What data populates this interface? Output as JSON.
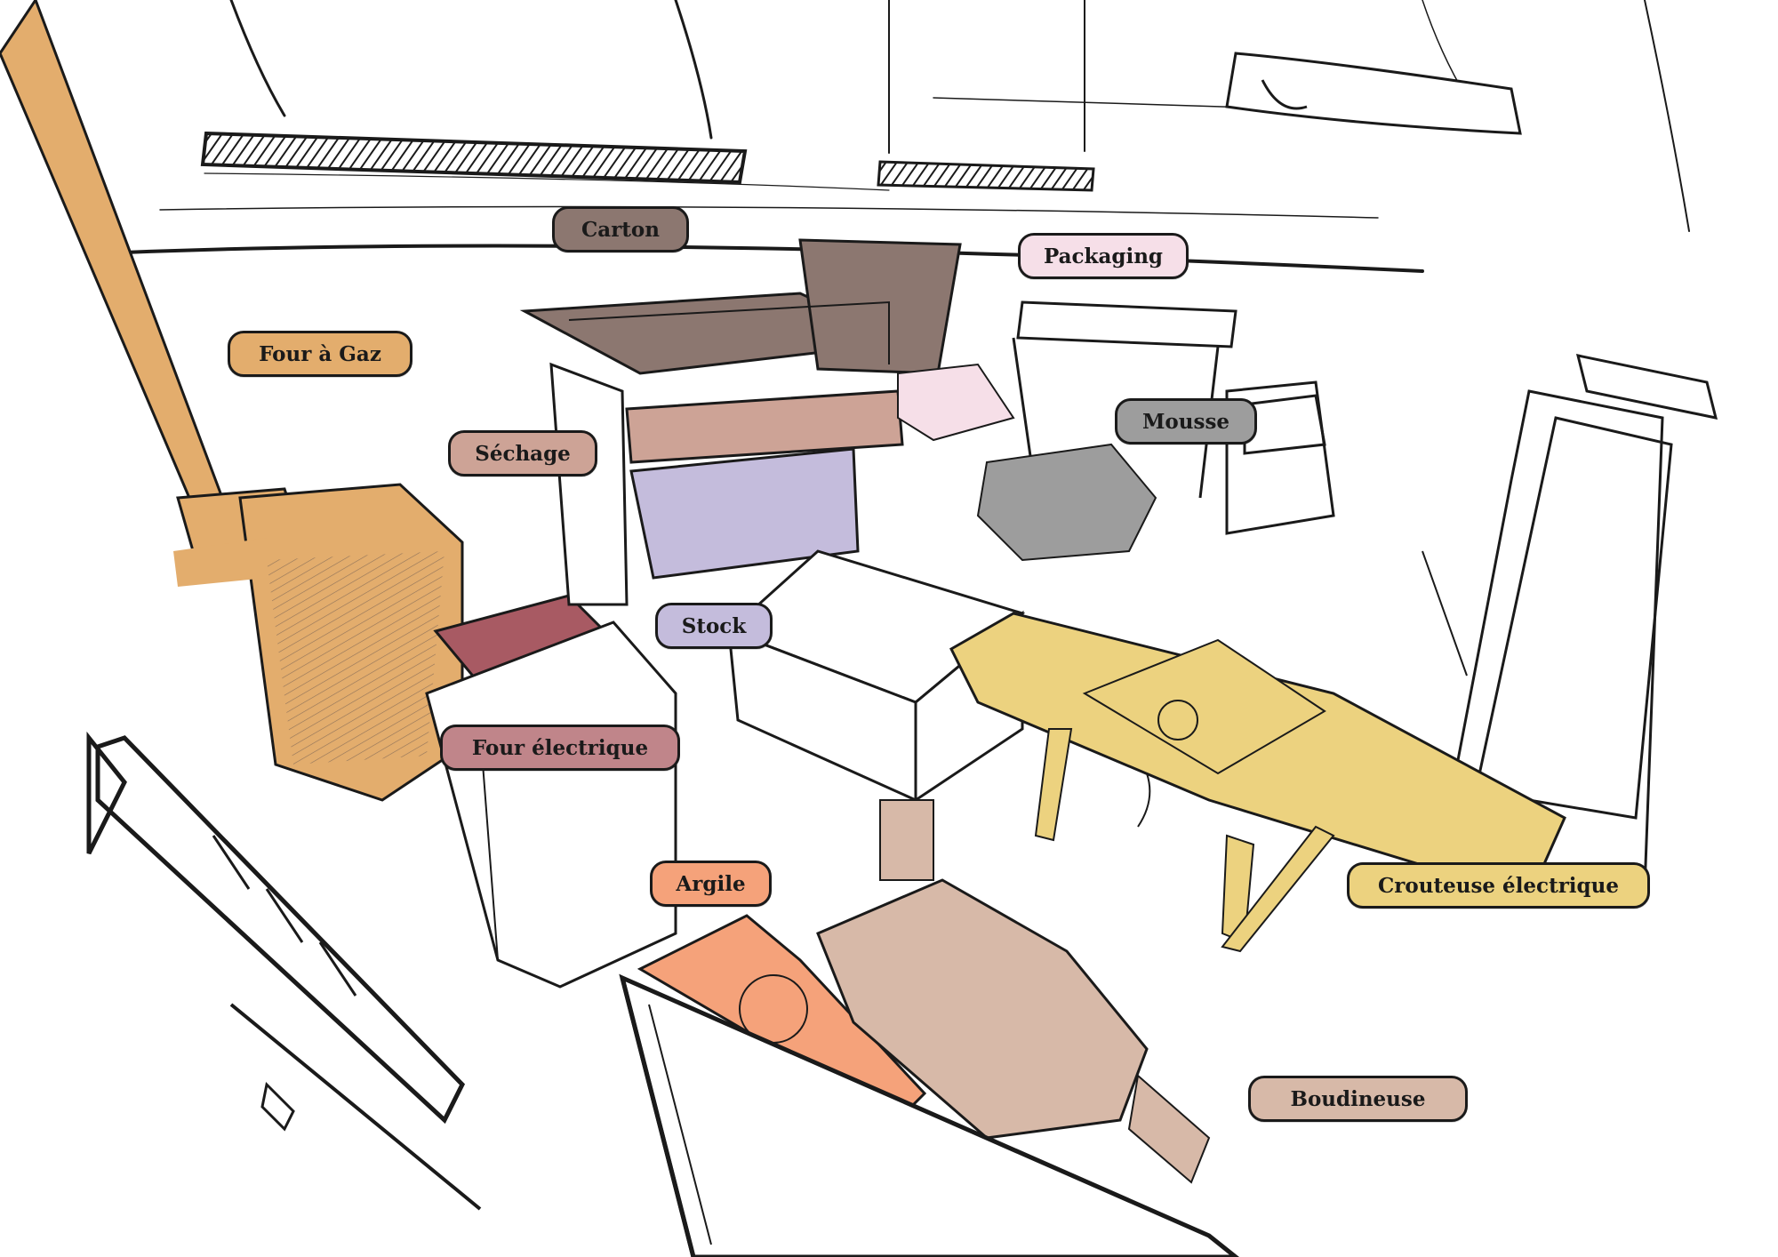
{
  "labels": {
    "carton": "Carton",
    "packaging": "Packaging",
    "four_gaz": "Four à Gaz",
    "mousse": "Mousse",
    "sechage": "Séchage",
    "stock": "Stock",
    "four_electrique": "Four électrique",
    "argile": "Argile",
    "crouteuse": "Crouteuse électrique",
    "boudineuse": "Boudineuse"
  },
  "colors": {
    "carton": "#8c7770",
    "packaging": "#f6dfe8",
    "four_gaz": "#e3ad6d",
    "mousse": "#9d9d9d",
    "sechage": "#cda396",
    "stock": "#c4bcdc",
    "four_electrique": "#c0858a",
    "argile": "#f5a27a",
    "crouteuse": "#ecd27f",
    "boudineuse": "#d7b9a8",
    "ink": "#1a1a1a"
  }
}
